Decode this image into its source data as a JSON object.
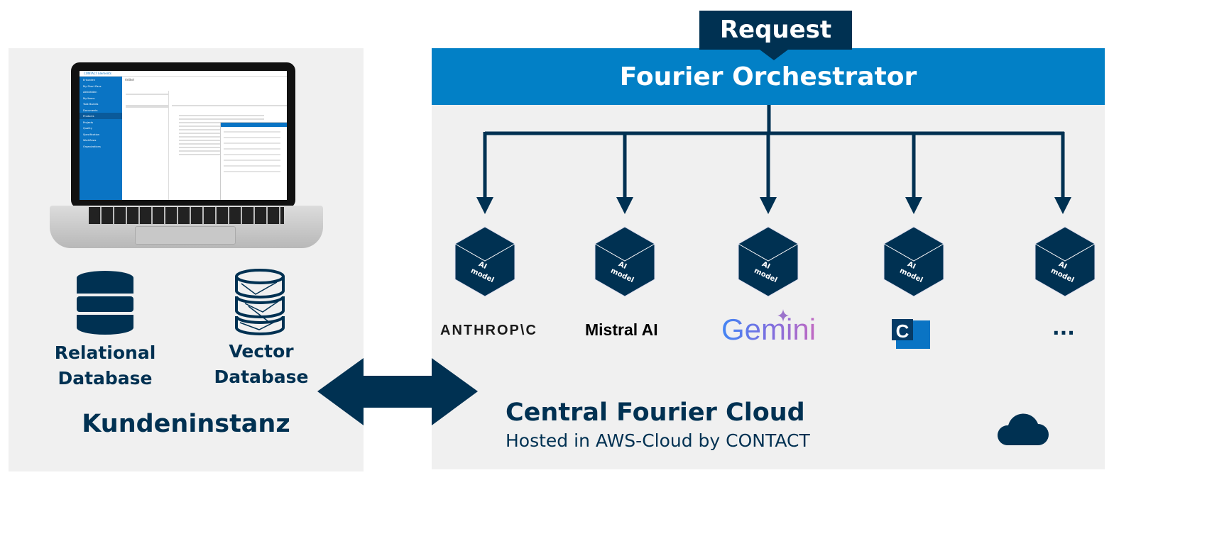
{
  "colors": {
    "navy": "#003152",
    "blue": "#0280c6",
    "panel": "#f0f0f0"
  },
  "request": "Request",
  "orchestrator": "Fourier Orchestrator",
  "laptop": {
    "app_title": "CONTACT Elements",
    "page_title": "Artikel",
    "sidebar": [
      "Erkunden",
      "My Short Paus",
      "Aktivitäten",
      "My Items",
      "Task Boards",
      "Documents",
      "Products",
      "Projects",
      "Quality",
      "Specification",
      "Workflows",
      "Organizations"
    ]
  },
  "left": {
    "relational_db": [
      "Relational",
      "Database"
    ],
    "vector_db": [
      "Vector",
      "Database"
    ],
    "title": "Kundeninstanz"
  },
  "models": {
    "label": [
      "AI",
      "model"
    ],
    "providers": [
      {
        "name": "ANTHROP\\C",
        "icon": "anthropic-logo"
      },
      {
        "name": "Mistral AI",
        "icon": "mistral-logo"
      },
      {
        "name": "Gemini",
        "icon": "gemini-logo"
      },
      {
        "name": "C",
        "icon": "contact-logo"
      },
      {
        "name": "...",
        "icon": "more"
      }
    ]
  },
  "cloud": {
    "title": "Central Fourier Cloud",
    "subtitle": "Hosted in AWS-Cloud by CONTACT",
    "icon": "cloud-icon"
  }
}
